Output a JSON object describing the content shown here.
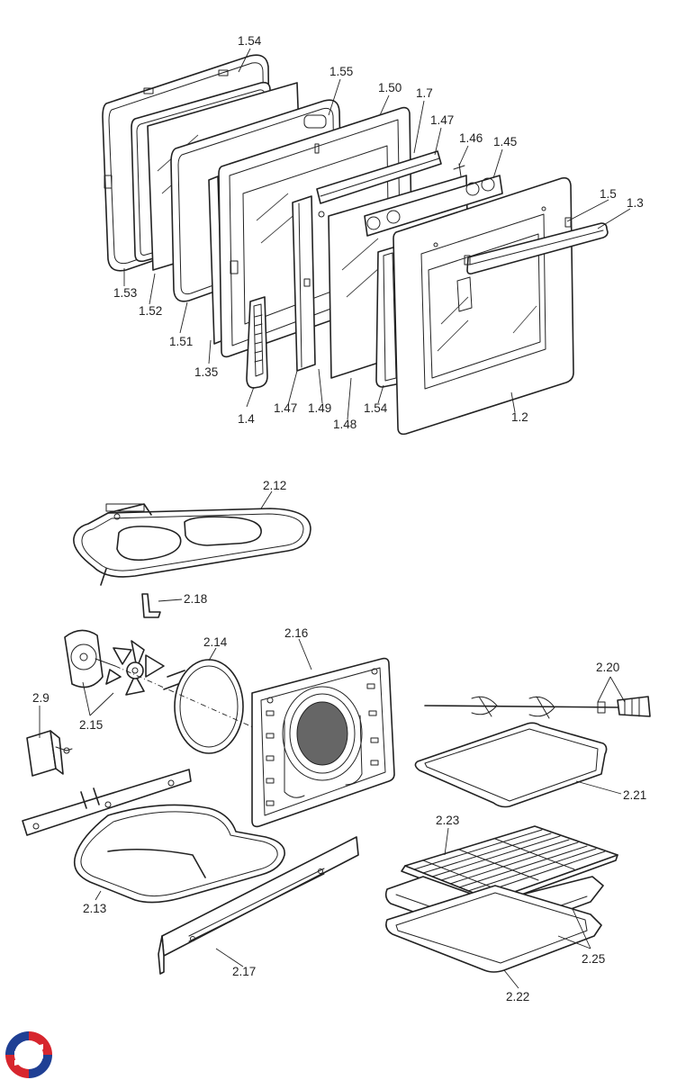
{
  "labels": {
    "l_1_54_top": "1.54",
    "l_1_55": "1.55",
    "l_1_50": "1.50",
    "l_1_7": "1.7",
    "l_1_47_top": "1.47",
    "l_1_46": "1.46",
    "l_1_45": "1.45",
    "l_1_5": "1.5",
    "l_1_3": "1.3",
    "l_1_53": "1.53",
    "l_1_52": "1.52",
    "l_1_51": "1.51",
    "l_1_35": "1.35",
    "l_1_4": "1.4",
    "l_1_47_bot": "1.47",
    "l_1_49": "1.49",
    "l_1_48": "1.48",
    "l_1_54_bot": "1.54",
    "l_1_2": "1.2",
    "l_2_12": "2.12",
    "l_2_18": "2.18",
    "l_2_14": "2.14",
    "l_2_16": "2.16",
    "l_2_20": "2.20",
    "l_2_9": "2.9",
    "l_2_15": "2.15",
    "l_2_21": "2.21",
    "l_2_23": "2.23",
    "l_2_13": "2.13",
    "l_2_17": "2.17",
    "l_2_25": "2.25",
    "l_2_22": "2.22"
  },
  "colors": {
    "line": "#222222",
    "logo_red": "#d7262e",
    "logo_blue": "#1f3f94"
  },
  "logo": {
    "icon": "brand-logo-icon"
  }
}
